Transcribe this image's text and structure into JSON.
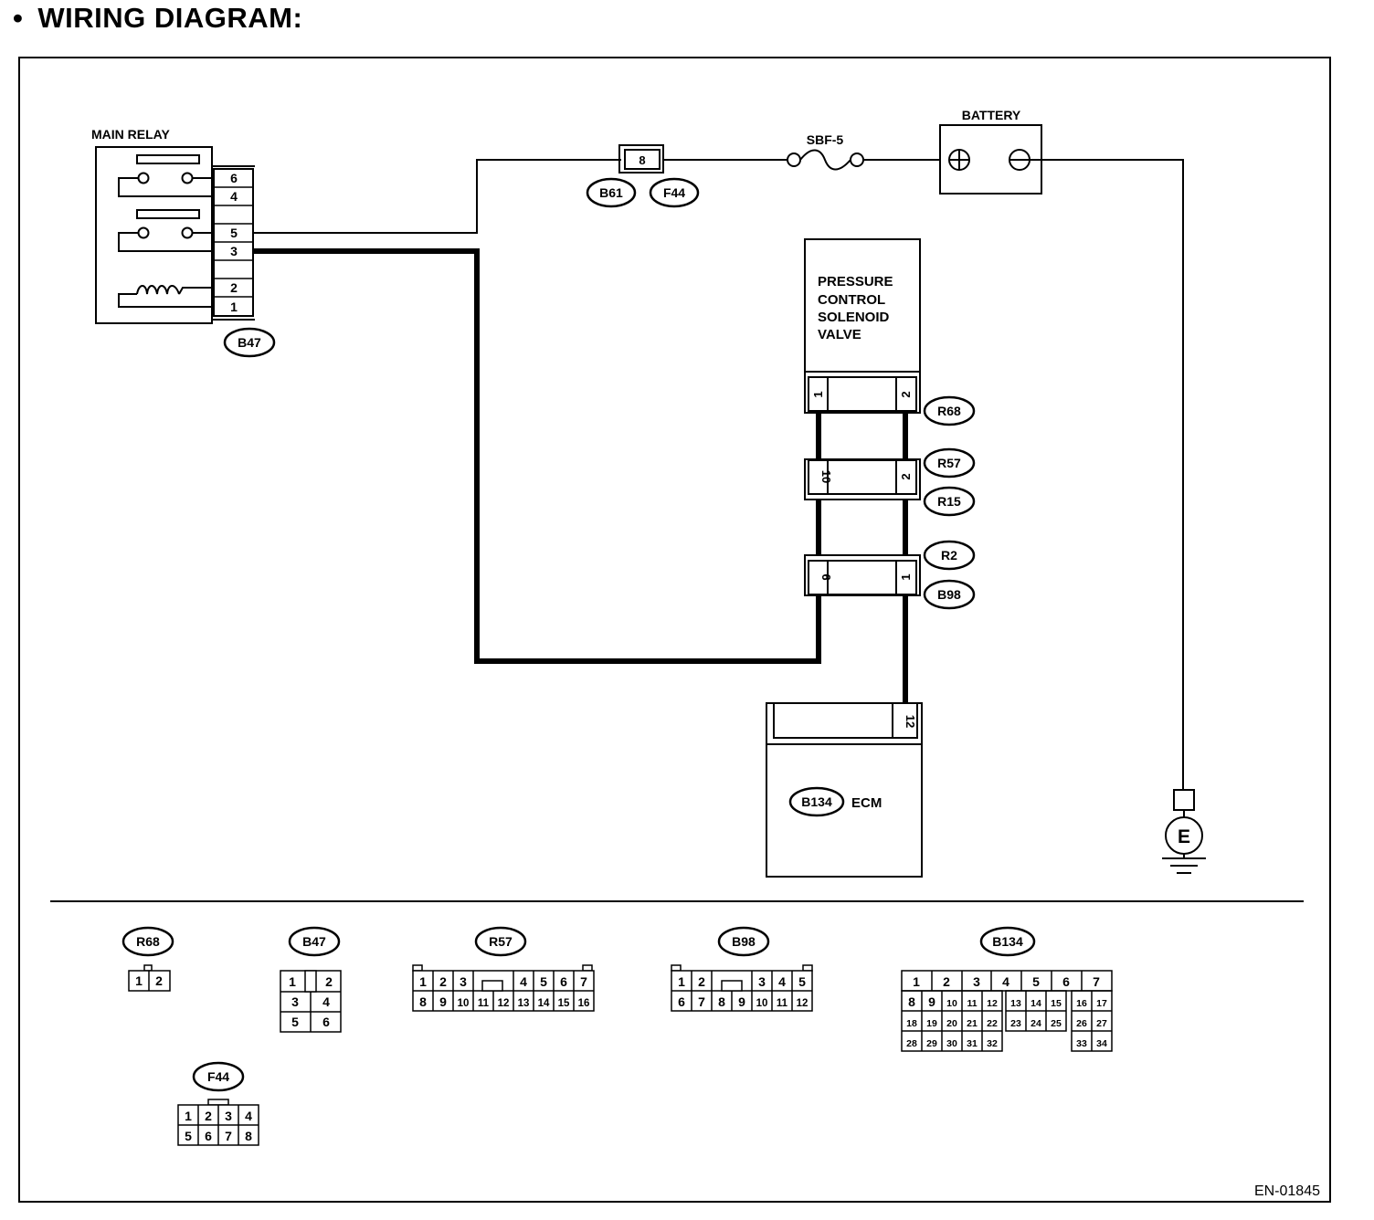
{
  "heading": {
    "bullet": "•",
    "title": "WIRING DIAGRAM:"
  },
  "labels": {
    "main_relay": "MAIN RELAY",
    "sbf": "SBF-5",
    "battery": "BATTERY",
    "pcsv_lines": [
      "PRESSURE",
      "CONTROL",
      "SOLENOID",
      "VALVE"
    ],
    "ecm": "ECM",
    "ground": "E",
    "figure_id": "EN-01845"
  },
  "main_relay_pins": [
    "6",
    "4",
    "5",
    "3",
    "2",
    "1"
  ],
  "fuse_pin": "8",
  "connector_tags": {
    "b47": "B47",
    "b61": "B61",
    "f44": "F44",
    "r68": "R68",
    "r57": "R57",
    "r15": "R15",
    "r2": "R2",
    "b98": "B98",
    "b134": "B134"
  },
  "pins": {
    "r68_left": "1",
    "r68_right": "2",
    "r57_left": "10",
    "r57_right": "2",
    "r2_left": "6",
    "r2_right": "1",
    "ecm": "12"
  },
  "connector_faces": {
    "r68": {
      "tag": "R68",
      "rows": [
        [
          "1",
          "2"
        ]
      ]
    },
    "b47": {
      "tag": "B47",
      "rows": [
        [
          "1",
          "",
          "2"
        ],
        [
          "3",
          "4"
        ],
        [
          "5",
          "6"
        ]
      ]
    },
    "r57": {
      "tag": "R57",
      "rows": [
        [
          "1",
          "2",
          "3",
          "",
          "4",
          "5",
          "6",
          "7"
        ],
        [
          "8",
          "9",
          "10",
          "11",
          "12",
          "13",
          "14",
          "15",
          "16"
        ]
      ]
    },
    "b98": {
      "tag": "B98",
      "rows": [
        [
          "1",
          "2",
          "",
          "3",
          "4",
          "5"
        ],
        [
          "6",
          "7",
          "8",
          "9",
          "10",
          "11",
          "12"
        ]
      ]
    },
    "b134": {
      "tag": "B134",
      "rows": [
        [
          "1",
          "2",
          "3",
          "4",
          "5",
          "6",
          "7"
        ],
        [
          "8",
          "9",
          "10",
          "11",
          "12",
          "13",
          "14",
          "15",
          "16",
          "17"
        ],
        [
          "18",
          "19",
          "20",
          "21",
          "22",
          "23",
          "24",
          "25",
          "26",
          "27"
        ],
        [
          "28",
          "29",
          "30",
          "31",
          "32",
          "33",
          "34"
        ]
      ]
    },
    "f44": {
      "tag": "F44",
      "rows": [
        [
          "1",
          "2",
          "3",
          "4"
        ],
        [
          "5",
          "6",
          "7",
          "8"
        ]
      ]
    }
  }
}
